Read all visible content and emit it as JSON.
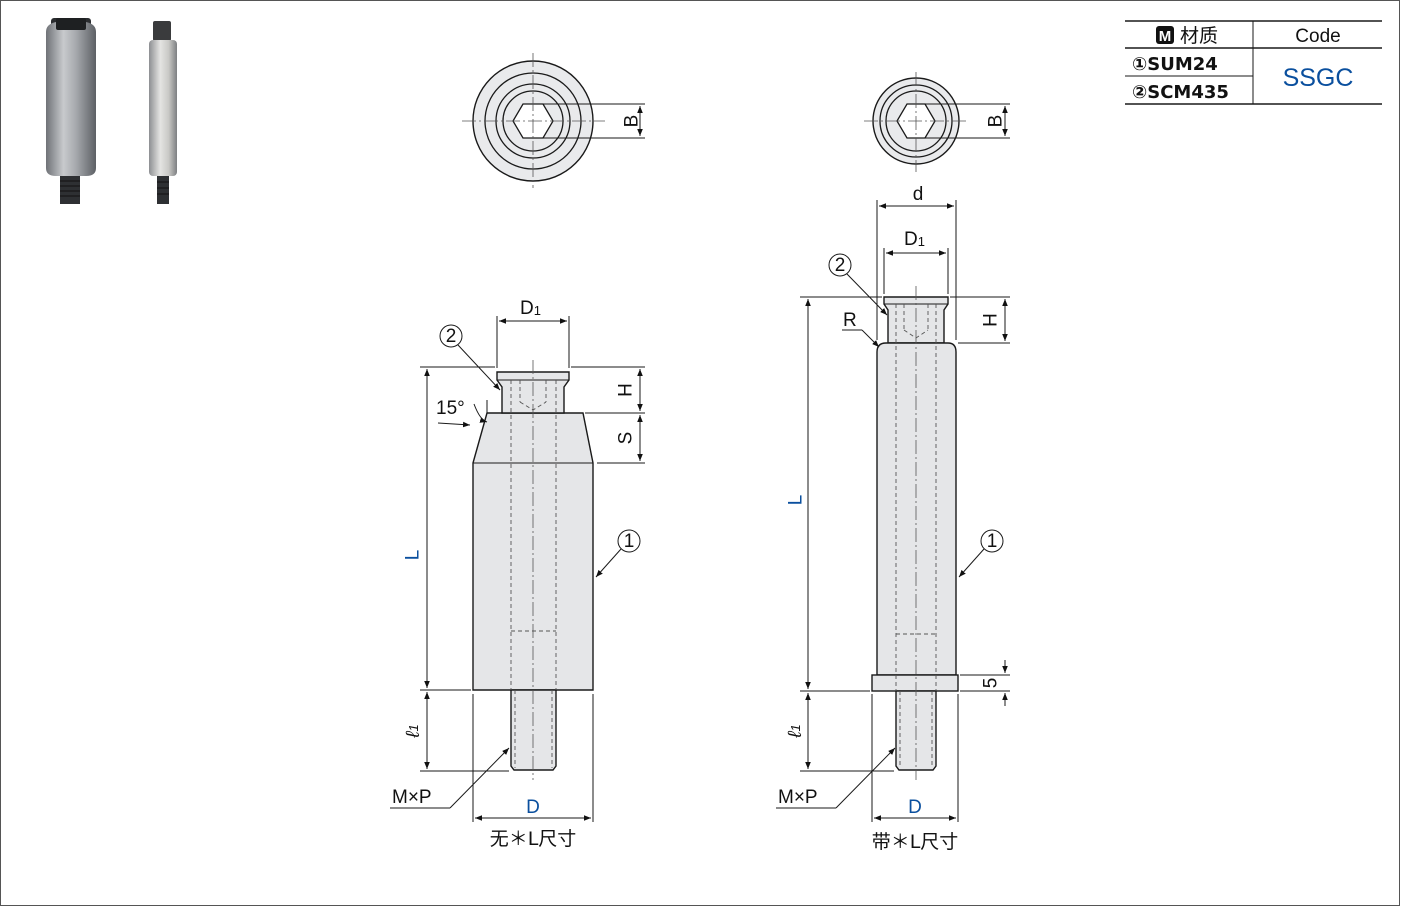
{
  "table": {
    "material_icon": "M",
    "material_header": "材质",
    "code_header": "Code",
    "materials": [
      "①SUM24",
      "②SCM435"
    ],
    "code_value": "SSGC"
  },
  "top_views": {
    "left_dim": "B",
    "right_dim": "B"
  },
  "left_view": {
    "d1_label": "D",
    "d1_sub": "1",
    "h_label": "H",
    "s_label": "S",
    "angle_label": "15°",
    "l_label": "L",
    "l1_label": "ℓ",
    "l1_sub": "1",
    "mp_label": "M×P",
    "d_label": "D",
    "callout_1": "1",
    "callout_2": "2",
    "caption": "无＊L尺寸"
  },
  "right_view": {
    "d_small_label": "d",
    "d1_label": "D",
    "d1_sub": "1",
    "h_label": "H",
    "r_label": "R",
    "l_label": "L",
    "five_label": "5",
    "l1_label": "ℓ",
    "l1_sub": "1",
    "mp_label": "M×P",
    "d_label": "D",
    "callout_1": "1",
    "callout_2": "2",
    "caption": "带＊L尺寸"
  },
  "colors": {
    "dimension_blue": "#0a4f9e",
    "part_fill": "#e5e6e8",
    "border": "#555555"
  }
}
